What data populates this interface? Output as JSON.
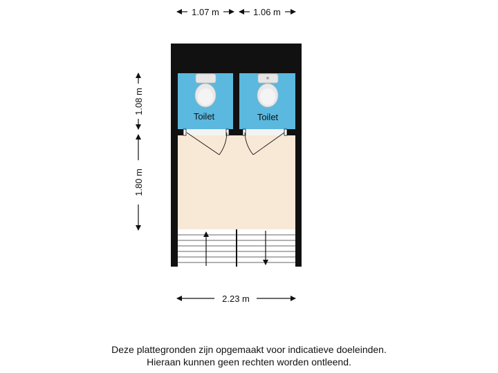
{
  "dimensions": {
    "top_left_width": "1.07 m",
    "top_right_width": "1.06 m",
    "left_top_height": "1.08 m",
    "left_bottom_height": "1.80 m",
    "bottom_width": "2.23 m"
  },
  "rooms": {
    "toilet_left": {
      "label": "Toilet"
    },
    "toilet_right": {
      "label": "Toilet"
    }
  },
  "colors": {
    "wall": "#111111",
    "toilet_floor": "#5bb8df",
    "hall_floor": "#f8e8d6",
    "stairs": "#ffffff"
  },
  "disclaimer": {
    "line1": "Deze plattegronden zijn opgemaakt voor indicatieve doeleinden.",
    "line2": "Hieraan kunnen geen rechten worden ontleend."
  }
}
